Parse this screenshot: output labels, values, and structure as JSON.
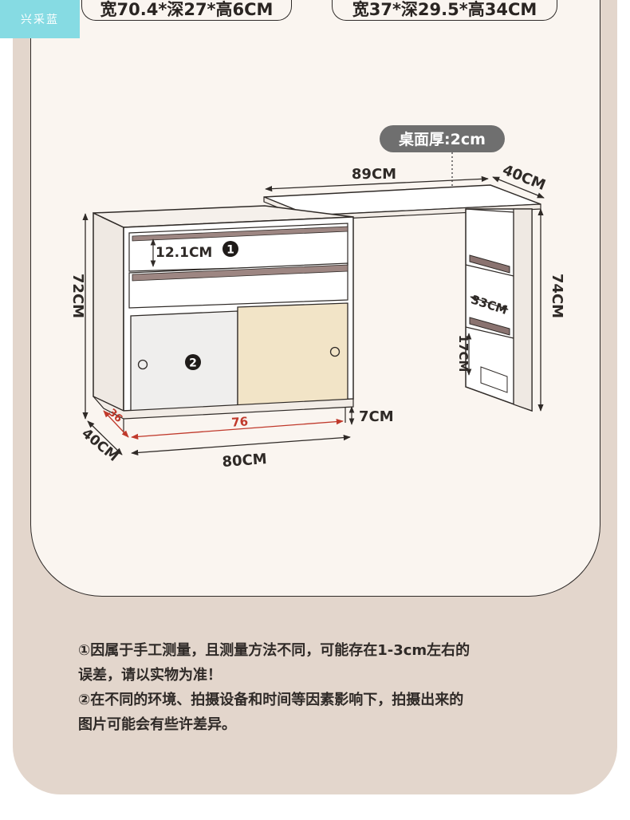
{
  "watermark": "兴采蓝",
  "spec_left": "宽70.4*深27*高6CM",
  "spec_right": "宽37*深29.5*高34CM",
  "thickness_label": "桌面厚:2cm",
  "dims": {
    "top_width": "89CM",
    "top_depth": "40CM",
    "cabinet_height": "72CM",
    "desk_height": "74CM",
    "drawer_height": "12.1CM",
    "base_height": "7CM",
    "base_width": "80CM",
    "base_depth": "40CM",
    "inner_width": "76",
    "inner_depth": "36",
    "shelf_depth": "33CM",
    "shelf_height": "17CM"
  },
  "markers": {
    "one": "1",
    "two": "2"
  },
  "notes": {
    "line1": "①因属于手工测量，且测量方法不同，可能存在1-3cm左右的",
    "line2": "误差，请以实物为准！",
    "line3": "②在不同的环境、拍摄设备和时间等因素影响下，拍摄出来的",
    "line4": "图片可能会有些许差异。"
  }
}
